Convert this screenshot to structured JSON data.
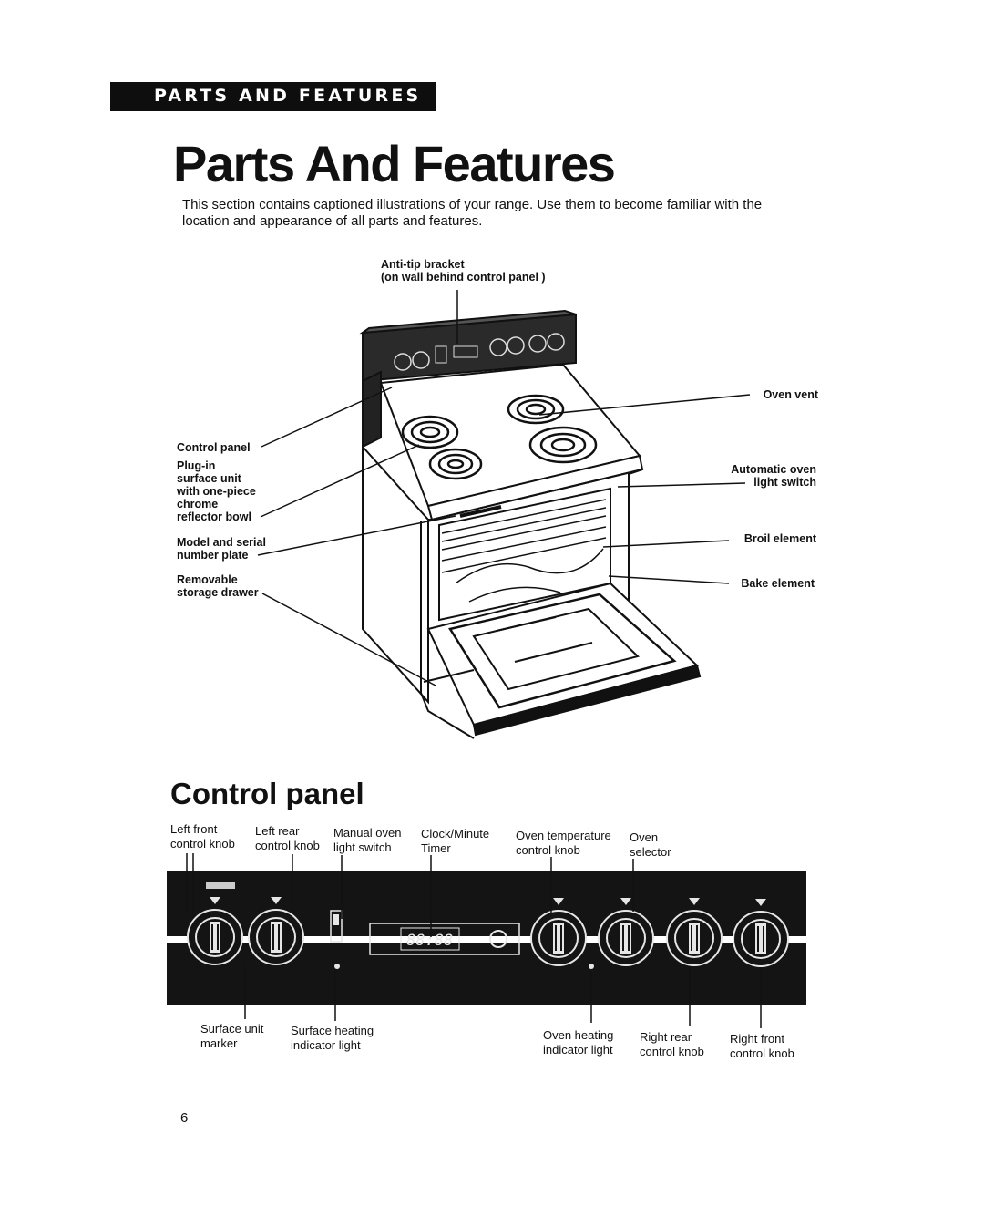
{
  "header": {
    "banner": "PARTS AND FEATURES"
  },
  "title": "Parts And Features",
  "intro": "This section contains captioned illustrations of your range. Use them to become familiar with the location and appearance of all parts and features.",
  "range_diagram": {
    "anti_tip_bracket": {
      "line1": "Anti-tip bracket",
      "line2": "(on wall behind control panel )"
    },
    "control_panel": "Control panel",
    "plug_in": {
      "line1": "Plug-in",
      "line2": "surface unit",
      "line3": "with one-piece",
      "line4": "chrome",
      "line5": "reflector bowl"
    },
    "model_serial": {
      "line1": "Model and serial",
      "line2": "number plate"
    },
    "removable_drawer": {
      "line1": "Removable",
      "line2": "storage drawer"
    },
    "oven_vent": "Oven vent",
    "automatic_oven": {
      "line1": "Automatic oven",
      "line2": "light switch"
    },
    "broil_element": "Broil element",
    "bake_element": "Bake element"
  },
  "control_panel_section": {
    "title": "Control panel",
    "display_text": "88:88",
    "top_labels": {
      "left_front": {
        "line1": "Left front",
        "line2": "control knob"
      },
      "left_rear": {
        "line1": "Left rear",
        "line2": "control knob"
      },
      "manual_oven": {
        "line1": "Manual oven",
        "line2": "light switch"
      },
      "clock_minute": {
        "line1": "Clock/Minute",
        "line2": "Timer"
      },
      "oven_temperature": {
        "line1": "Oven temperature",
        "line2": "control knob"
      },
      "oven_selector": {
        "line1": "Oven",
        "line2": "selector"
      }
    },
    "bottom_labels": {
      "surface_unit_marker": {
        "line1": "Surface unit",
        "line2": "marker"
      },
      "surface_heating": {
        "line1": "Surface heating",
        "line2": "indicator light"
      },
      "oven_heating": {
        "line1": "Oven heating",
        "line2": "indicator light"
      },
      "right_rear": {
        "line1": "Right rear",
        "line2": "control knob"
      },
      "right_front": {
        "line1": "Right front",
        "line2": "control knob"
      }
    }
  },
  "page_number": "6"
}
